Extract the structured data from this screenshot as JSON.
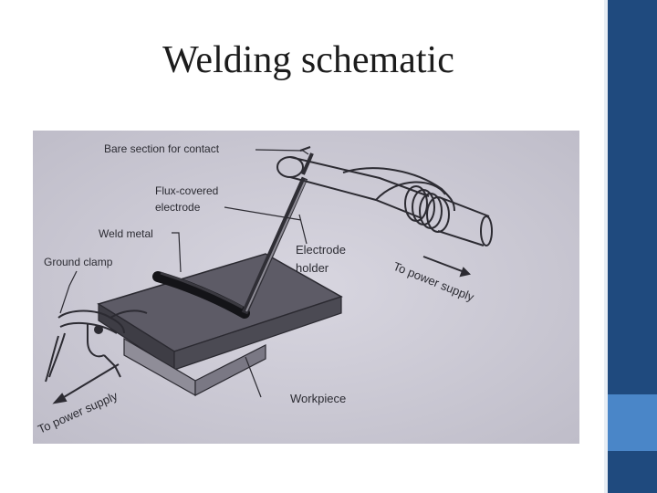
{
  "slide": {
    "title": "Welding schematic",
    "colors": {
      "band": "#1f4a7e",
      "accent": "#4a86c8",
      "photo_bg": "#cfcdd8"
    }
  },
  "diagram": {
    "labels": {
      "bare_section": "Bare section for contact",
      "flux_line1": "Flux-covered",
      "flux_line2": "electrode",
      "weld_metal": "Weld metal",
      "ground_clamp": "Ground clamp",
      "holder_line1": "Electrode",
      "holder_line2": "holder",
      "power_right": "To power supply",
      "workpiece": "Workpiece",
      "power_left": "To power supply"
    }
  }
}
